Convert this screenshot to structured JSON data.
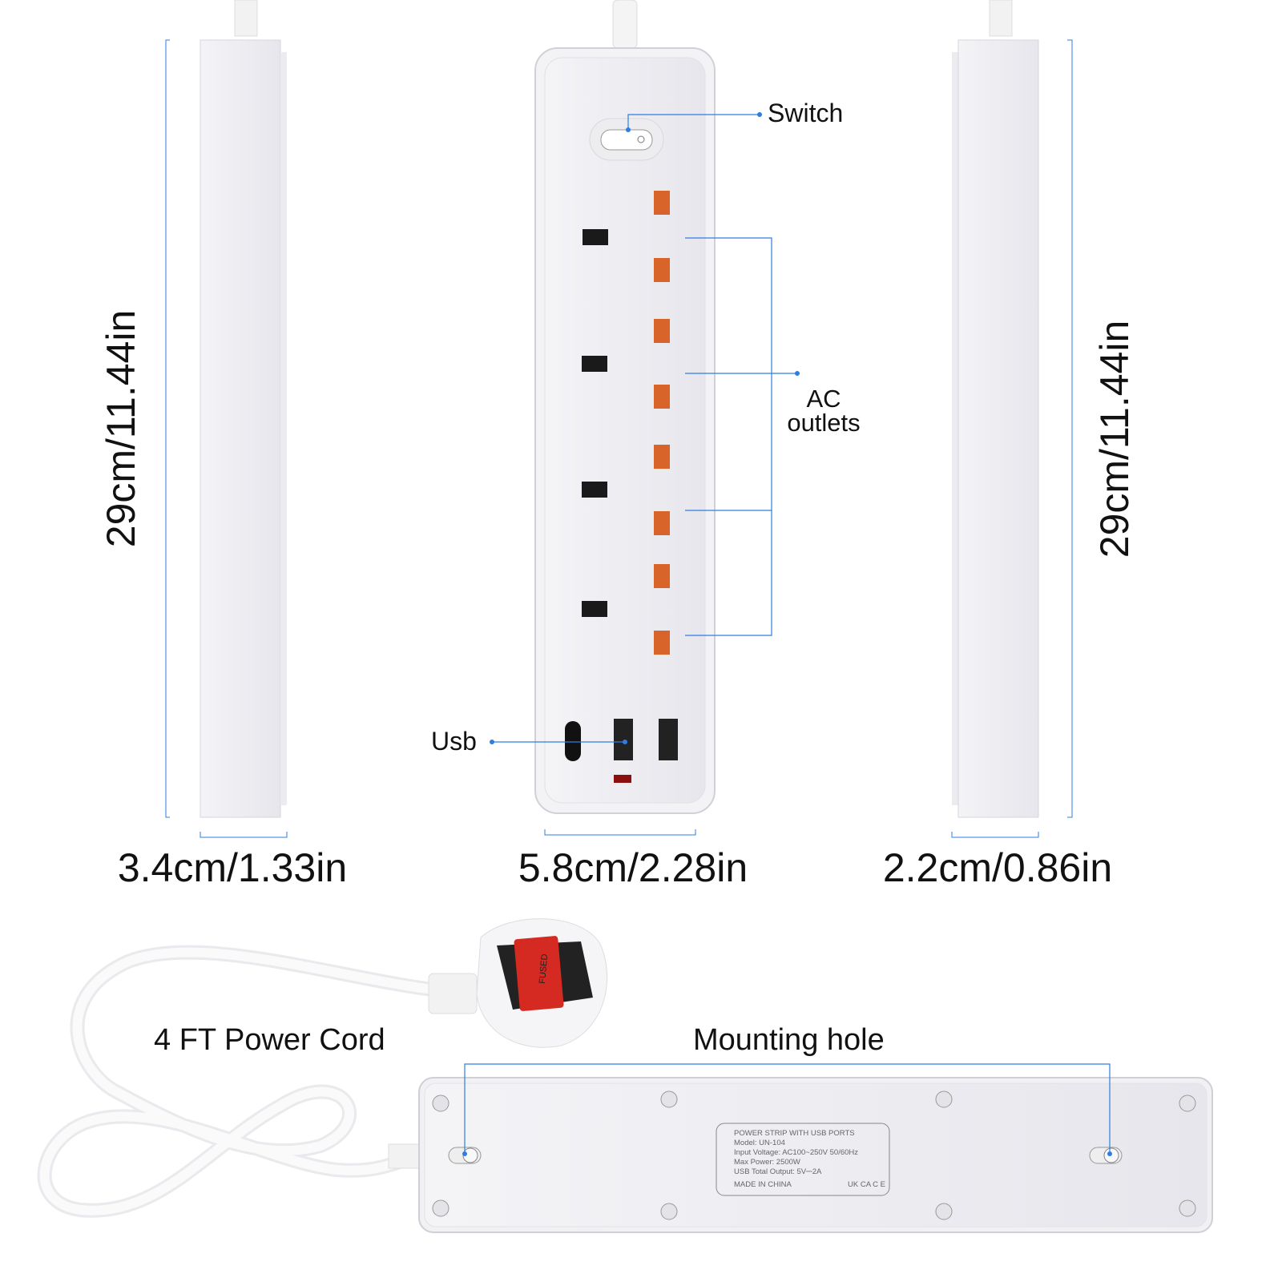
{
  "labels": {
    "switch": "Switch",
    "ac_outlets_line1": "AC",
    "ac_outlets_line2": "outlets",
    "usb": "Usb",
    "power_cord": "4 FT Power Cord",
    "mounting_hole": "Mounting hole",
    "fused": "FUSED"
  },
  "dimensions": {
    "left_height": "29cm/11.44in",
    "right_height": "29cm/11.44in",
    "left_width": "3.4cm/1.33in",
    "front_width": "5.8cm/2.28in",
    "right_width": "2.2cm/0.86in"
  },
  "spec_label": {
    "title": "POWER STRIP WITH USB PORTS",
    "model": "Model: UN-104",
    "input": "Input Voltage: AC100~250V 50/60Hz",
    "max_power": "Max Power: 2500W",
    "usb_output": "USB Total Output: 5V⎓2A",
    "origin": "MADE IN CHINA",
    "marks": "UK CA  C E"
  },
  "colors": {
    "accent_line": "#2f7de1",
    "outlet_pin": "#d9642a",
    "fuse": "#d42a22"
  }
}
